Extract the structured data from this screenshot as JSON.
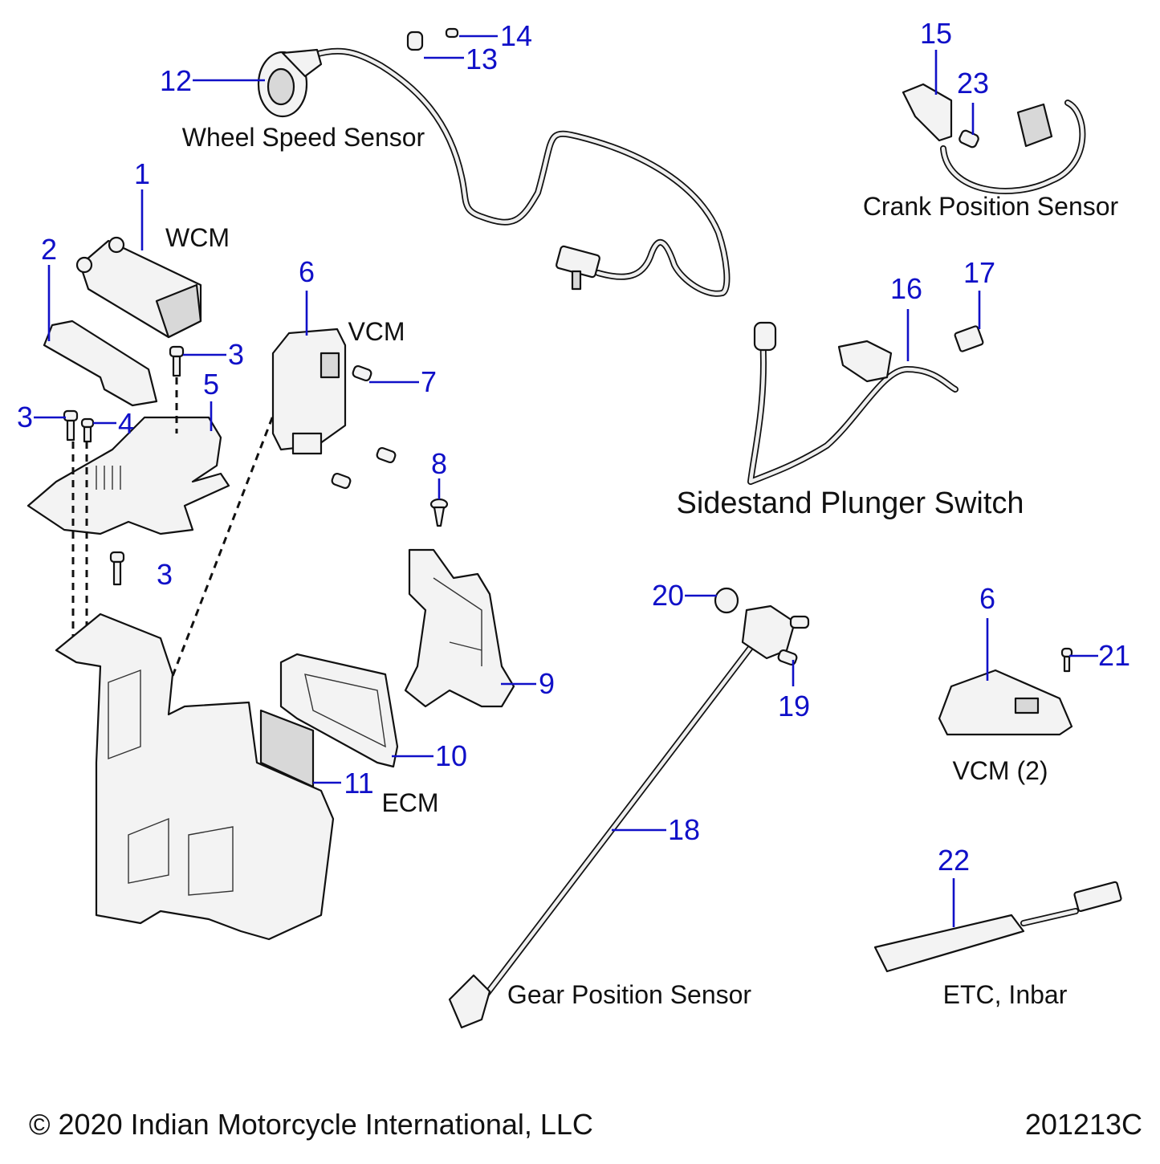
{
  "diagram": {
    "title": "Electrical Components Exploded View",
    "callout_color": "#1010c8",
    "captions": {
      "wheel_speed_sensor": "Wheel Speed Sensor",
      "wcm": "WCM",
      "vcm": "VCM",
      "crank_position_sensor": "Crank Position Sensor",
      "sidestand_plunger_switch": "Sidestand Plunger Switch",
      "ecm": "ECM",
      "vcm_2": "VCM (2)",
      "gear_position_sensor": "Gear Position Sensor",
      "etc_inbar": "ETC, Inbar"
    },
    "callouts": [
      {
        "id": "c1",
        "label": "1",
        "part": "WCM module"
      },
      {
        "id": "c2",
        "label": "2",
        "part": "WCM bracket"
      },
      {
        "id": "c3a",
        "label": "3",
        "part": "Bolt (upper right)"
      },
      {
        "id": "c3b",
        "label": "3",
        "part": "Bolt (left)"
      },
      {
        "id": "c3c",
        "label": "3",
        "part": "Bolt (lower)"
      },
      {
        "id": "c4",
        "label": "4",
        "part": "Screw"
      },
      {
        "id": "c5",
        "label": "5",
        "part": "Mounting bracket"
      },
      {
        "id": "c6a",
        "label": "6",
        "part": "VCM"
      },
      {
        "id": "c7",
        "label": "7",
        "part": "Screw"
      },
      {
        "id": "c8",
        "label": "8",
        "part": "Push rivet"
      },
      {
        "id": "c9",
        "label": "9",
        "part": "ECM holder"
      },
      {
        "id": "c10",
        "label": "10",
        "part": "ECM"
      },
      {
        "id": "c11",
        "label": "11",
        "part": "Pad"
      },
      {
        "id": "c12",
        "label": "12",
        "part": "Wheel speed sensor"
      },
      {
        "id": "c13",
        "label": "13",
        "part": "Clip"
      },
      {
        "id": "c14",
        "label": "14",
        "part": "Screw"
      },
      {
        "id": "c15",
        "label": "15",
        "part": "Crank position sensor"
      },
      {
        "id": "c16",
        "label": "16",
        "part": "Sidestand plunger switch"
      },
      {
        "id": "c17",
        "label": "17",
        "part": "Connector"
      },
      {
        "id": "c18",
        "label": "18",
        "part": "Gear position sensor"
      },
      {
        "id": "c19",
        "label": "19",
        "part": "Screw"
      },
      {
        "id": "c20",
        "label": "20",
        "part": "O-ring"
      },
      {
        "id": "c6b",
        "label": "6",
        "part": "VCM (2)"
      },
      {
        "id": "c21",
        "label": "21",
        "part": "Screw"
      },
      {
        "id": "c22",
        "label": "22",
        "part": "ETC, Inbar"
      },
      {
        "id": "c23",
        "label": "23",
        "part": "Screw"
      }
    ]
  },
  "footer": {
    "copyright": "© 2020 Indian Motorcycle International, LLC",
    "drawing_number": "201213C"
  }
}
